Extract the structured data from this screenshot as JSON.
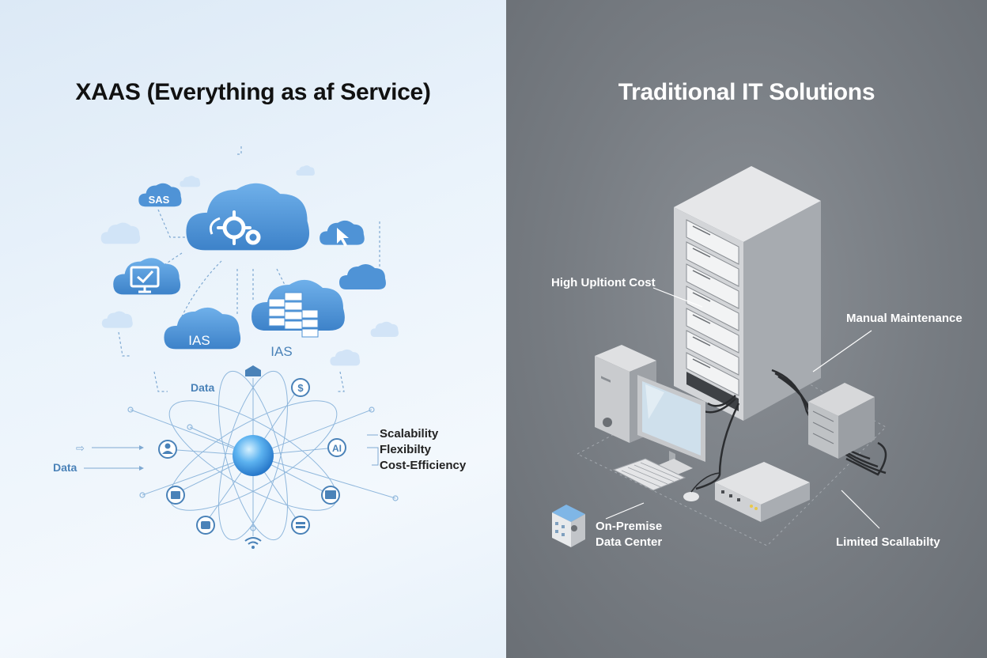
{
  "left": {
    "title": "XAAS (Everything as af Service)",
    "clouds": {
      "sas": "SAS",
      "ias_1": "IAS",
      "ias_2": "IAS"
    },
    "data_labels": [
      "Data",
      "Data"
    ],
    "benefits": [
      "Scalability",
      "Flexibilty",
      "Cost-Efficiency"
    ],
    "node_labels": {
      "ai": "AI"
    }
  },
  "right": {
    "title": "Traditional IT Solutions",
    "callouts": {
      "upfront_cost": "High Upltiont Cost",
      "maintenance": "Manual Maintenance",
      "data_center": [
        "On-Premise",
        "Data Center"
      ],
      "scalability": "Limited Scallabilty"
    }
  },
  "colors": {
    "cloud_blue": "#4f93d6",
    "cloud_light": "#cfe3f6",
    "left_bg": "#e6f0fa",
    "right_bg": "#7a7f85"
  }
}
